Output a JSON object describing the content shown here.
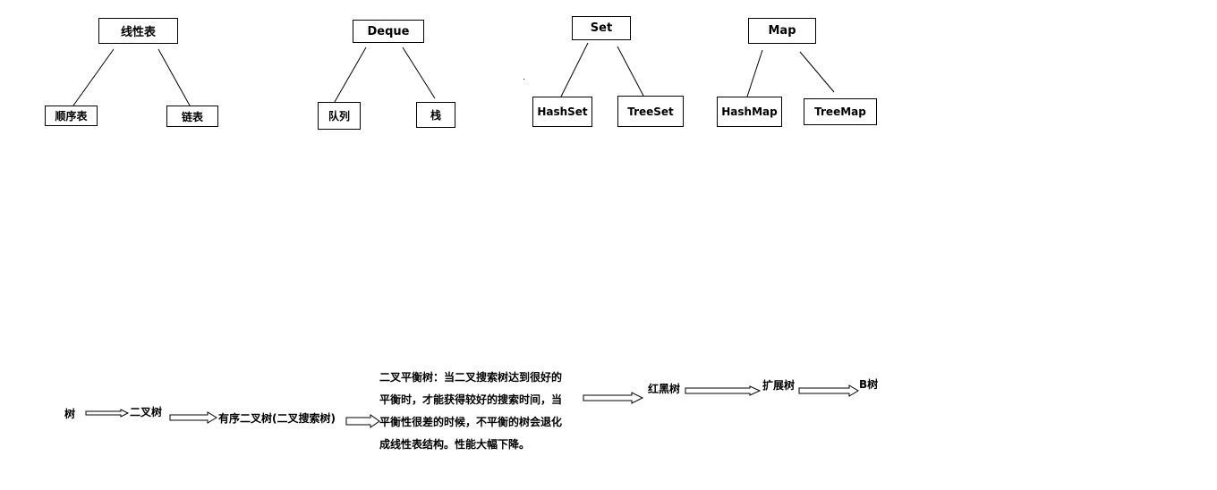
{
  "trees": [
    {
      "root": "线性表",
      "children": [
        "顺序表",
        "链表"
      ]
    },
    {
      "root": "Deque",
      "children": [
        "队列",
        "栈"
      ]
    },
    {
      "root": "Set",
      "children": [
        "HashSet",
        "TreeSet"
      ]
    },
    {
      "root": "Map",
      "children": [
        "HashMap",
        "TreeMap"
      ]
    }
  ],
  "evolution": {
    "tree": "树",
    "binary_tree": "二叉树",
    "ordered_binary_tree": "有序二叉树(二叉搜索树)",
    "balanced_binary_tree_lines": [
      "二叉平衡树：当二叉搜索树达到很好的",
      "平衡时，才能获得较好的搜索时间，当",
      "平衡性很差的时候，不平衡的树会退化",
      "成线性表结构。性能大幅下降。"
    ],
    "red_black_tree": "红黑树",
    "splay_tree": "扩展树",
    "b_tree": "B树"
  }
}
